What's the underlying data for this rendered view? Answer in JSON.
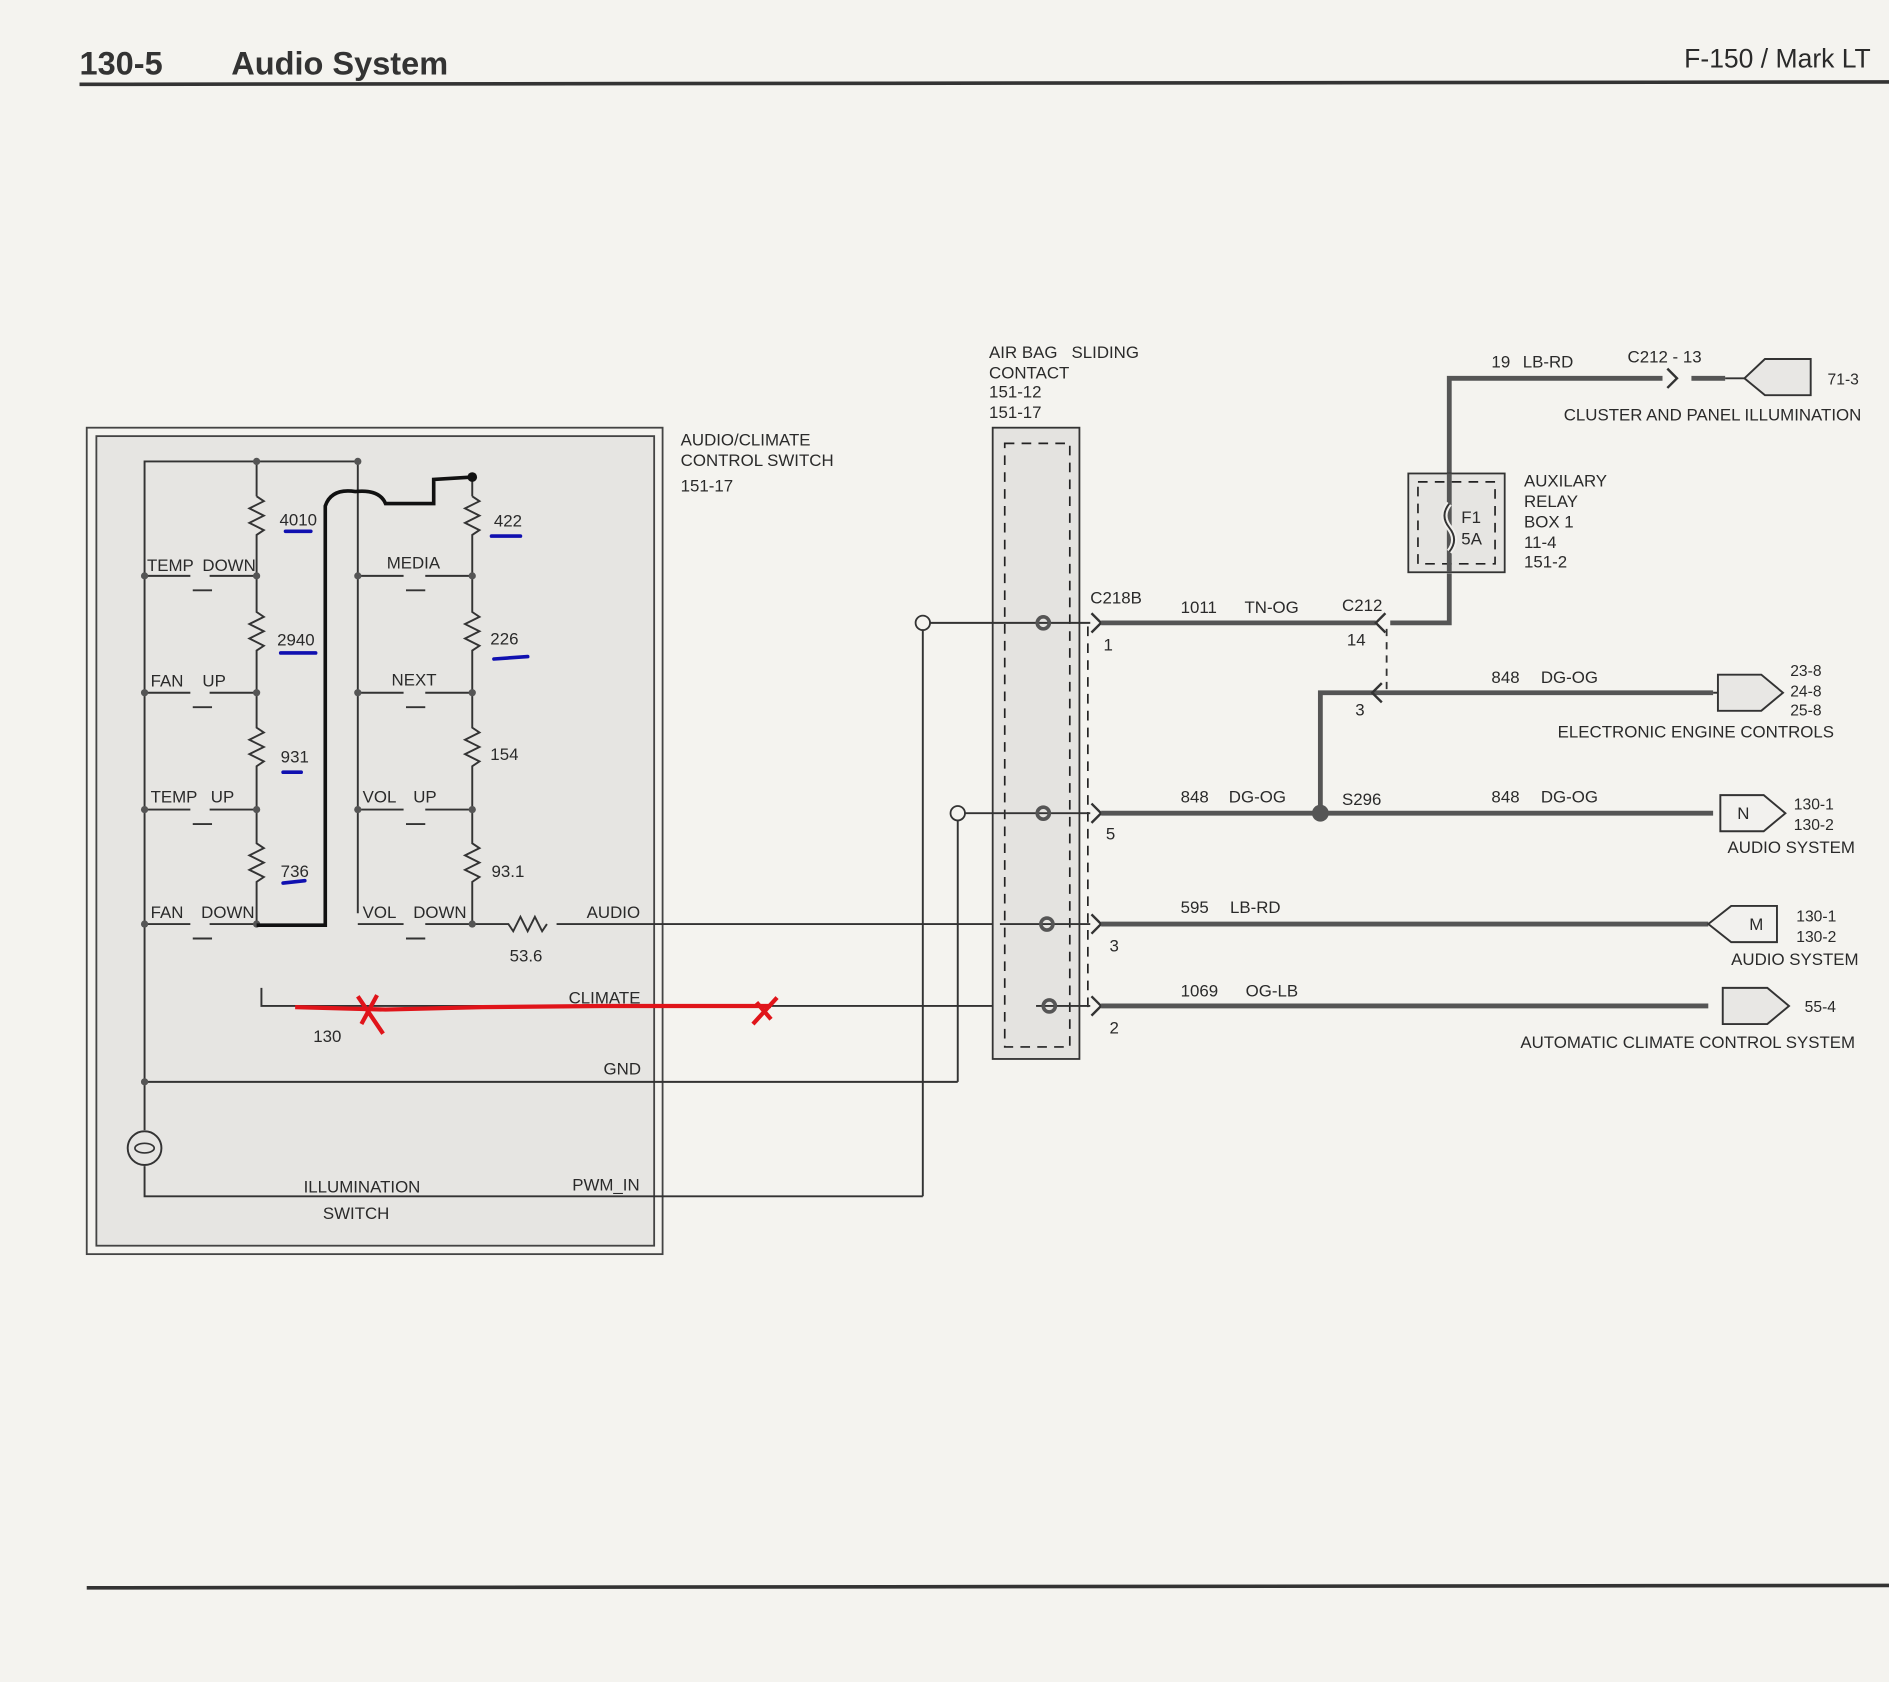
{
  "header": {
    "page_number": "130-5",
    "section_title": "Audio System",
    "vehicle": "F-150 / Mark LT"
  },
  "switch_box": {
    "title_line1": "AUDIO/CLIMATE",
    "title_line2": "CONTROL SWITCH",
    "ref": "151-17",
    "left_buttons": [
      {
        "label_a": "TEMP",
        "label_b": "DOWN"
      },
      {
        "label_a": "FAN",
        "label_b": "UP"
      },
      {
        "label_a": "TEMP",
        "label_b": "UP"
      },
      {
        "label_a": "FAN",
        "label_b": "DOWN"
      }
    ],
    "left_resistors": [
      "4010",
      "2940",
      "931",
      "736"
    ],
    "right_buttons": [
      {
        "label": "MEDIA"
      },
      {
        "label": "NEXT"
      },
      {
        "label_a": "VOL",
        "label_b": "UP"
      },
      {
        "label_a": "VOL",
        "label_b": "DOWN"
      }
    ],
    "right_resistors": [
      "422",
      "226",
      "154",
      "93.1"
    ],
    "audio_resistor": "53.6",
    "climate_resistor": "130",
    "outputs": {
      "audio": "AUDIO",
      "climate": "CLIMATE",
      "gnd": "GND",
      "pwm": "PWM_IN"
    },
    "lamp_label_1": "ILLUMINATION",
    "lamp_label_2": "SWITCH"
  },
  "airbag_contact": {
    "title_line1": "AIR BAG   SLIDING",
    "title_line2": "CONTACT",
    "ref1": "151-12",
    "ref2": "151-17",
    "connector": "C218B",
    "pins": [
      "1",
      "5",
      "3",
      "2"
    ]
  },
  "relay_box": {
    "line1": "AUXILARY",
    "line2": "RELAY",
    "line3": "BOX 1",
    "line4": "11-4",
    "line5": "151-2",
    "fuse": "F1",
    "fuse_rating": "5A"
  },
  "circuits": [
    {
      "number": "19",
      "color": "LB-RD"
    },
    {
      "number": "1011",
      "color": "TN-OG"
    },
    {
      "number": "848",
      "color": "DG-OG"
    },
    {
      "number": "848",
      "color": "DG-OG"
    },
    {
      "number": "848",
      "color": "DG-OG"
    },
    {
      "number": "595",
      "color": "LB-RD"
    },
    {
      "number": "1069",
      "color": "OG-LB"
    }
  ],
  "connectors": {
    "c212_13": "C212 - 13",
    "c212": "C212",
    "c212_pin14": "14",
    "c212_pin3": "3",
    "splice": "S296"
  },
  "destinations": [
    {
      "name": "CLUSTER AND PANEL ILLUMINATION",
      "refs": [
        "71-3"
      ],
      "tag": ""
    },
    {
      "name": "ELECTRONIC ENGINE CONTROLS",
      "refs": [
        "23-8",
        "24-8",
        "25-8"
      ],
      "tag": ""
    },
    {
      "name": "AUDIO SYSTEM",
      "refs": [
        "130-1",
        "130-2"
      ],
      "tag": "N"
    },
    {
      "name": "AUDIO SYSTEM",
      "refs": [
        "130-1",
        "130-2"
      ],
      "tag": "M"
    },
    {
      "name": "AUTOMATIC CLIMATE CONTROL SYSTEM",
      "refs": [
        "55-4"
      ],
      "tag": ""
    }
  ],
  "annotations": {
    "marker_colors": {
      "red": "#e0141a",
      "blue": "#1010b0"
    }
  }
}
